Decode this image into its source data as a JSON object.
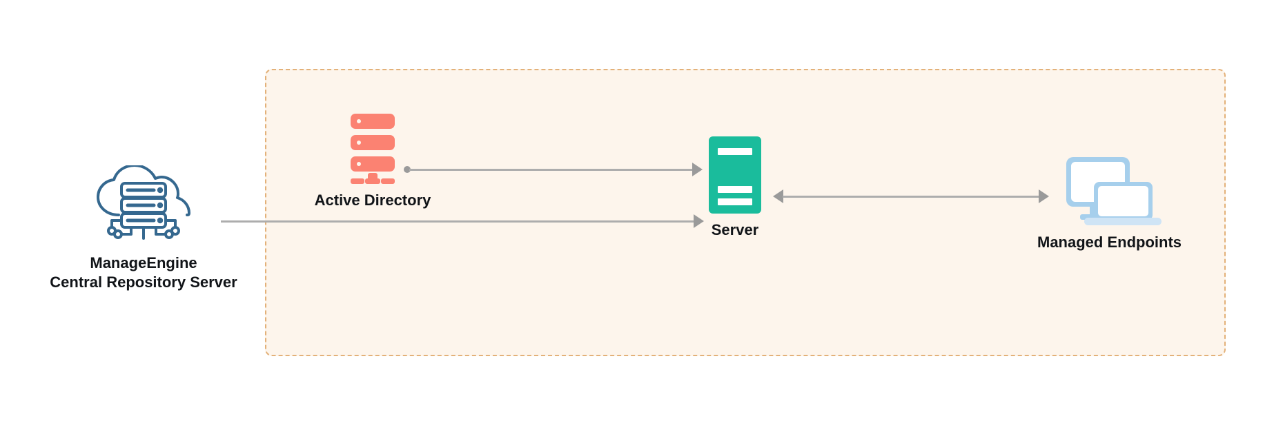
{
  "diagram": {
    "background_color": "#ffffff",
    "zone": {
      "name": "managed-network-zone",
      "fill_color": "#fdf5ec",
      "border_color": "#e3b179",
      "border_style": "dashed"
    },
    "nodes": [
      {
        "id": "central-repository-server",
        "label_line1": "ManageEngine",
        "label_line2": "Central Repository Server",
        "icon": "cloud-server-icon",
        "color": "#35688f"
      },
      {
        "id": "active-directory",
        "label": "Active Directory",
        "icon": "server-rack-icon",
        "color": "#fb8272"
      },
      {
        "id": "server",
        "label": "Server",
        "icon": "server-tower-icon",
        "color": "#1abc9c"
      },
      {
        "id": "managed-endpoints",
        "label": "Managed Endpoints",
        "icon": "monitor-laptop-icon",
        "color": "#a6cfec"
      }
    ],
    "connectors": [
      {
        "id": "active-directory-to-server",
        "from": "active-directory",
        "to": "server",
        "direction": "one-way",
        "color": "#adadad",
        "origin_marker": "dot"
      },
      {
        "id": "repository-to-server",
        "from": "central-repository-server",
        "to": "server",
        "direction": "one-way",
        "color": "#adadad",
        "origin_marker": "none"
      },
      {
        "id": "server-to-managed-endpoints",
        "from": "server",
        "to": "managed-endpoints",
        "direction": "two-way",
        "color": "#adadad",
        "origin_marker": "none"
      }
    ]
  }
}
